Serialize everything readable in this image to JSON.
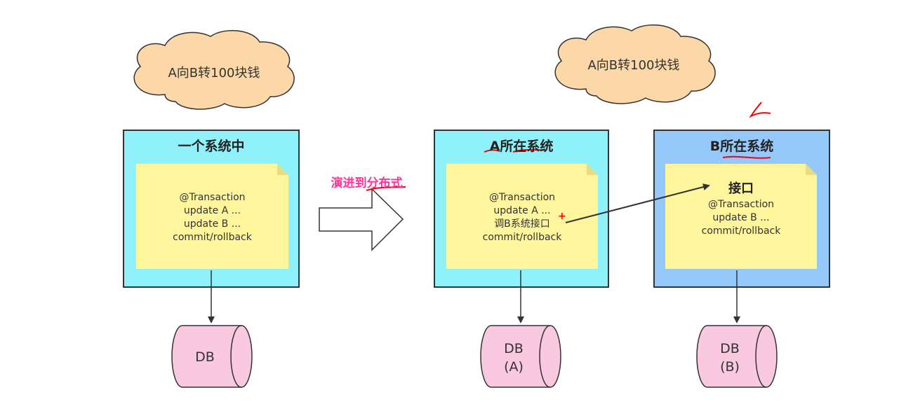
{
  "left": {
    "cloud": "A向B转100块钱",
    "system_title": "一个系统中",
    "note_lines": [
      "@Transaction",
      "update A ...",
      "update B ...",
      "commit/rollback"
    ],
    "db_lines": [
      "DB"
    ]
  },
  "evolve_label": "演进到分布式",
  "right": {
    "cloud": "A向B转100块钱",
    "system_a": {
      "title": "A所在系统",
      "note_lines": [
        "@Transaction",
        "update A ...",
        "调B系统接口",
        "commit/rollback"
      ],
      "db_lines": [
        "DB",
        "(A)"
      ]
    },
    "system_b": {
      "title": "B所在系统",
      "note_title": "接口",
      "note_lines": [
        "@Transaction",
        "update B ...",
        "commit/rollback"
      ],
      "db_lines": [
        "DB",
        "(B)"
      ]
    },
    "annotation_plus": "+"
  },
  "colors": {
    "cloud_fill": "#fcd8a8",
    "system_fill": "#8ff1fa",
    "system_b_fill": "#95c8fb",
    "note_fill": "#fff59c",
    "db_fill": "#f9c9e0",
    "evolve_text": "#ff3399",
    "annotation_red": "#ff0000"
  }
}
